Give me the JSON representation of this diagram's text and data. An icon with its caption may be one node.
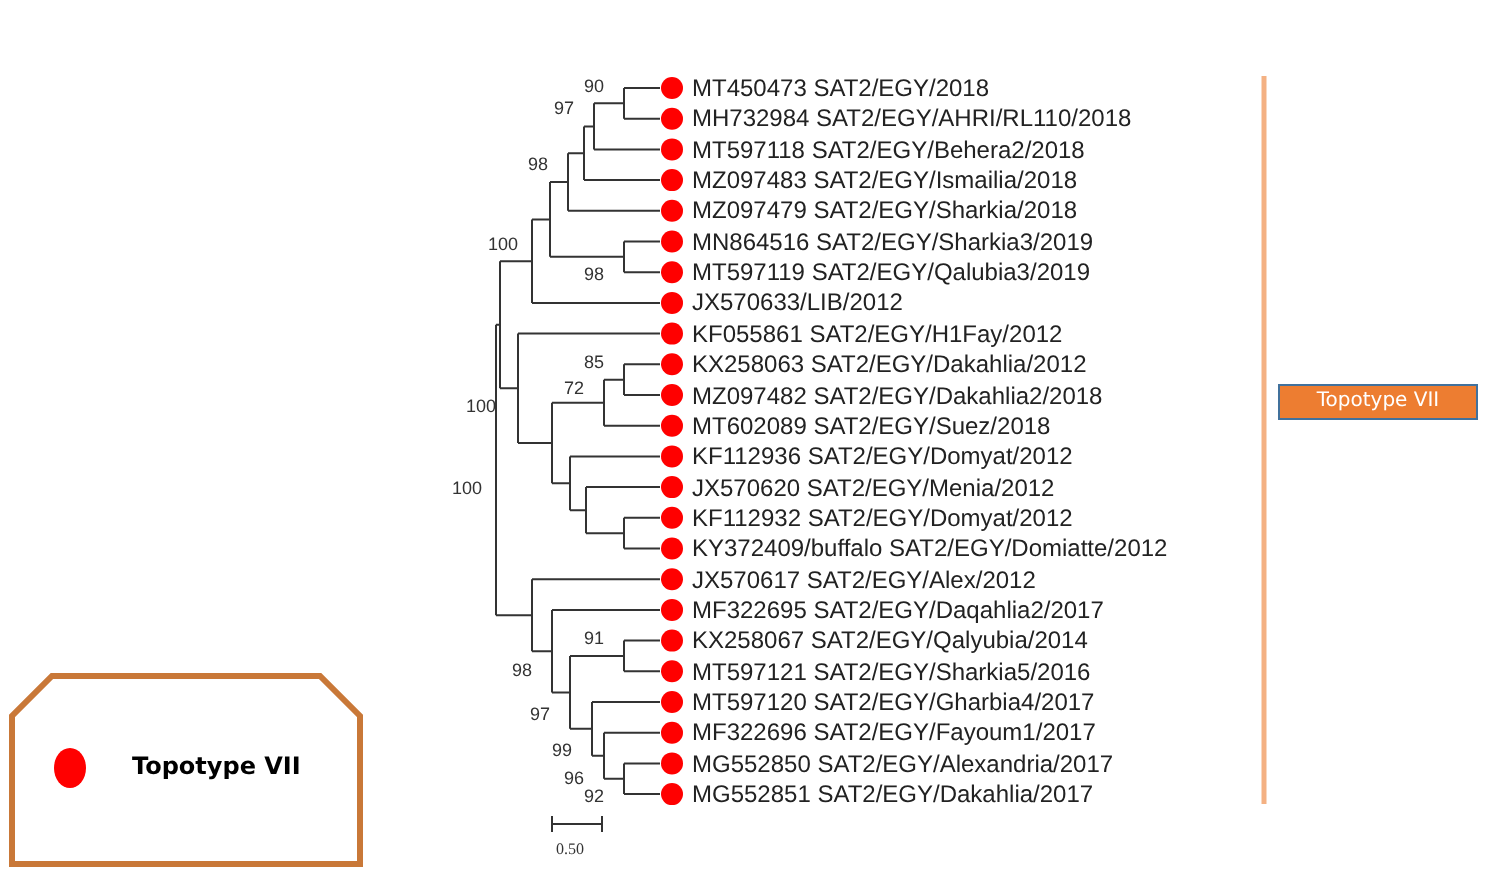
{
  "diagram": {
    "nodes": [
      {
        "text": [
          "Topotype VII"
        ]
      }
    ],
    "edges": [],
    "labels": [
      "MT450473 SAT2/EGY/2018",
      "MH732984 SAT2/EGY/AHRI/RL110/2018",
      "MT597118 SAT2/EGY/Behera2/2018",
      "MZ097483 SAT2/EGY/Ismailia/2018",
      "MZ097479 SAT2/EGY/Sharkia/2018",
      "MN864516 SAT2/EGY/Sharkia3/2019",
      "MT597119 SAT2/EGY/Qalubia3/2019",
      "JX570633/LIB/2012",
      "KF055861 SAT2/EGY/H1Fay/2012",
      "KX258063 SAT2/EGY/Dakahlia/2012",
      "MZ097482 SAT2/EGY/Dakahlia2/2018",
      "MT602089 SAT2/EGY/Suez/2018",
      "KF112936 SAT2/EGY/Domyat/2012",
      "JX570620 SAT2/EGY/Menia/2012",
      "KF112932 SAT2/EGY/Domyat/2012",
      "KY372409/buffalo SAT2/EGY/Domiatte/2012",
      "JX570617 SAT2/EGY/Alex/2012",
      "MF322695 SAT2/EGY/Daqahlia2/2017",
      "KX258067 SAT2/EGY/Qalyubia/2014",
      "MT597121 SAT2/EGY/Sharkia5/2016",
      "MT597120 SAT2/EGY/Gharbia4/2017",
      "MF322696 SAT2/EGY/Fayoum1/2017",
      "MG552850 SAT2/EGY/Alexandria/2017",
      "MG552851 SAT2/EGY/Dakahlia/2017",
      "90",
      "97",
      "98",
      "100",
      "98",
      "85",
      "72",
      "100",
      "100",
      "91",
      "98",
      "97",
      "99",
      "96",
      "92",
      "0.50"
    ],
    "legend": [
      {
        "text": "Topotype VII",
        "color": "#ff0000"
      }
    ]
  }
}
